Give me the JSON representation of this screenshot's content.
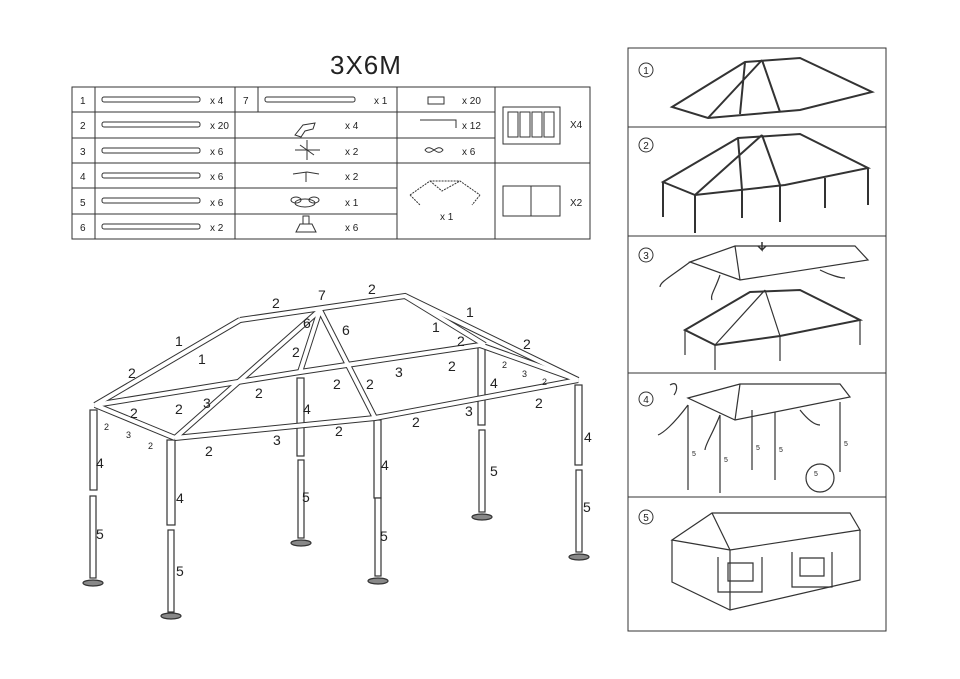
{
  "title": "3X6M",
  "parts_table": {
    "rows": [
      {
        "no": "1",
        "qty": "x 4"
      },
      {
        "no": "2",
        "qty": "x 20"
      },
      {
        "no": "3",
        "qty": "x 6"
      },
      {
        "no": "4",
        "qty": "x 6"
      },
      {
        "no": "5",
        "qty": "x 6"
      },
      {
        "no": "6",
        "qty": "x 2"
      }
    ],
    "col2": [
      {
        "no": "7",
        "qty": "x 1"
      },
      {
        "no": "",
        "qty": "x 4"
      },
      {
        "no": "",
        "qty": "x 2"
      },
      {
        "no": "",
        "qty": "x 2"
      },
      {
        "no": "",
        "qty": "x 1"
      },
      {
        "no": "",
        "qty": "x 6"
      }
    ],
    "col3": [
      {
        "qty": "x 20"
      },
      {
        "qty": "x 12"
      },
      {
        "qty": "x 6"
      }
    ],
    "roof_qty": "x 1",
    "window_wall_qty": "X4",
    "plain_wall_qty": "X2"
  },
  "steps": [
    "1",
    "2",
    "3",
    "4",
    "5"
  ],
  "frame_labels": {
    "n1": "1",
    "n2": "2",
    "n3": "3",
    "n4": "4",
    "n5": "5",
    "n6": "6",
    "n7": "7"
  }
}
